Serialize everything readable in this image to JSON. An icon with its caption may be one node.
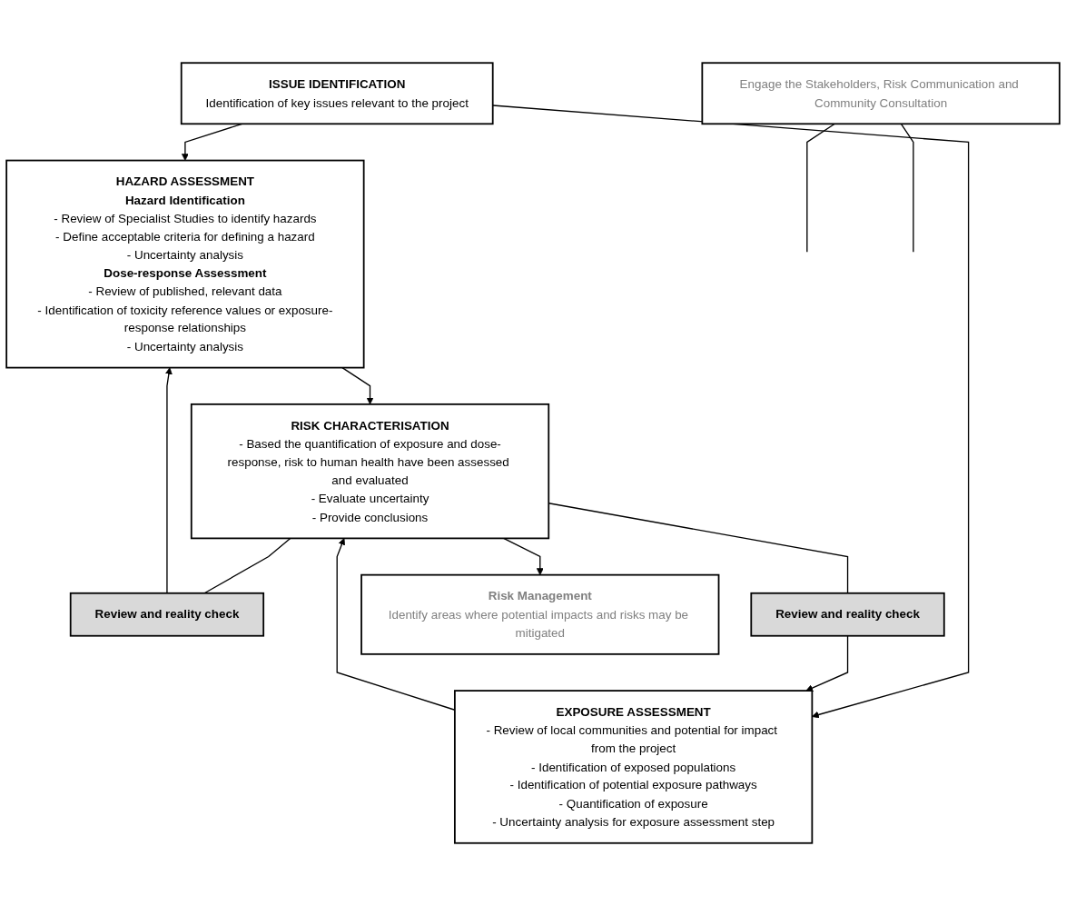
{
  "diagram": {
    "nodes": [
      {
        "text": [
          "Engage the Stakeholders, Risk Communication and Community Consultation"
        ]
      },
      {
        "text": [
          "ISSUE IDENTIFICATION",
          "Identification of key issues relevant to the project"
        ]
      },
      {
        "text": [
          "HAZARD ASSESSMENT",
          "Hazard Identification",
          "- Review of Specialist Studies to identify hazards",
          "- Define acceptable criteria for defining a hazard",
          "- Uncertainty analysis",
          "Dose-response Assessment",
          "- Review of published, relevant data",
          "- Identification of toxicity reference values or exposure-response relationships",
          "- Uncertainty analysis"
        ]
      },
      {
        "text": [
          "EXPOSURE ASSESSMENT",
          "- Review of local communities and potential for impact from the project",
          "- Identification of exposed populations",
          "- Identification of potential exposure pathways",
          "- Quantification of exposure",
          "- Uncertainty analysis for exposure assessment step"
        ]
      },
      {
        "text": [
          "Review and reality check"
        ]
      },
      {
        "text": [
          "RISK CHARACTERISATION",
          "- Based the quantification of exposure and dose-response, risk to human health have been assessed and evaluated",
          "- Evaluate uncertainty",
          "- Provide conclusions"
        ]
      },
      {
        "text": [
          "Review and reality check"
        ]
      },
      {
        "text": [
          "Risk Management",
          "Identify areas where potential impacts and risks may be mitigated"
        ]
      }
    ],
    "edges": [
      {
        "from": 1,
        "to": 2,
        "arrow": "to"
      },
      {
        "from": 1,
        "to": 3,
        "arrow": "to"
      },
      {
        "from": 2,
        "to": 5,
        "arrow": "to"
      },
      {
        "from": 3,
        "to": 5,
        "arrow": "to"
      },
      {
        "from": 4,
        "to": 2,
        "arrow": "to"
      },
      {
        "from": 6,
        "to": 3,
        "arrow": "to"
      },
      {
        "from": 5,
        "to": 4,
        "arrow": "none"
      },
      {
        "from": 5,
        "to": 6,
        "arrow": "none"
      },
      {
        "from": 5,
        "to": 7,
        "arrow": "to"
      },
      {
        "from": 0,
        "to": null,
        "arrow": "none"
      },
      {
        "from": 0,
        "to": null,
        "arrow": "none"
      }
    ]
  }
}
